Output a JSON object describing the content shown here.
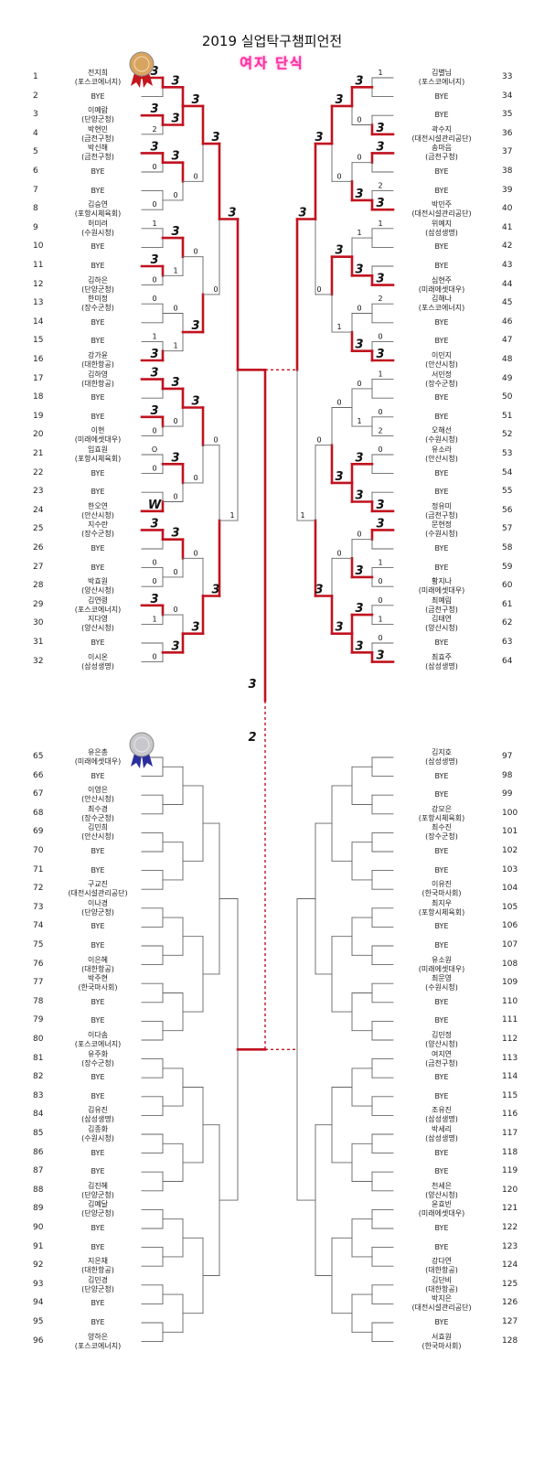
{
  "title": "2019 실업탁구챔피언전",
  "subtitle": "여자 단식",
  "colors": {
    "winner_line": "#c1121f",
    "bracket_line": "#666666",
    "subtitle": "#ff2fa0"
  },
  "medal_gold": "gold-medal-icon",
  "medal_silver": "silver-medal-icon",
  "players": [
    [
      "전지희",
      "(포스코에너지)"
    ],
    [
      "BYE"
    ],
    [
      "이예람",
      "(단양군청)"
    ],
    [
      "박현민",
      "(금천구청)"
    ],
    [
      "박신해",
      "(금천구청)"
    ],
    [
      "BYE"
    ],
    [
      "BYE"
    ],
    [
      "김승연",
      "(포항시체육회)"
    ],
    [
      "허미려",
      "(수원시청)"
    ],
    [
      "BYE"
    ],
    [
      "BYE"
    ],
    [
      "김하은",
      "(단양군청)"
    ],
    [
      "한미정",
      "(장수군청)"
    ],
    [
      "BYE"
    ],
    [
      "BYE"
    ],
    [
      "강가윤",
      "(대한항공)"
    ],
    [
      "김하영",
      "(대한항공)"
    ],
    [
      "BYE"
    ],
    [
      "BYE"
    ],
    [
      "이현",
      "(미래에셋대우)"
    ],
    [
      "임효원",
      "(포항시체육회)"
    ],
    [
      "BYE"
    ],
    [
      "BYE"
    ],
    [
      "한오연",
      "(안산시청)"
    ],
    [
      "지수란",
      "(장수군청)"
    ],
    [
      "BYE"
    ],
    [
      "BYE"
    ],
    [
      "박효원",
      "(양산시청)"
    ],
    [
      "김연령",
      "(포스코에너지)"
    ],
    [
      "지다영",
      "(양산시청)"
    ],
    [
      "BYE"
    ],
    [
      "이시온",
      "(삼성생명)"
    ],
    [
      "김별님",
      "(포스코에너지)"
    ],
    [
      "BYE"
    ],
    [
      "BYE"
    ],
    [
      "곽수지",
      "(대전시설관리공단)"
    ],
    [
      "송마음",
      "(금천구청)"
    ],
    [
      "BYE"
    ],
    [
      "BYE"
    ],
    [
      "박민주",
      "(대전시설관리공단)"
    ],
    [
      "위예지",
      "(삼성생명)"
    ],
    [
      "BYE"
    ],
    [
      "BYE"
    ],
    [
      "심현주",
      "(미래에셋대우)"
    ],
    [
      "김해나",
      "(포스코에너지)"
    ],
    [
      "BYE"
    ],
    [
      "BYE"
    ],
    [
      "이민지",
      "(안산시청)"
    ],
    [
      "서민정",
      "(장수군청)"
    ],
    [
      "BYE"
    ],
    [
      "BYE"
    ],
    [
      "오해선",
      "(수원시청)"
    ],
    [
      "유소라",
      "(안산시청)"
    ],
    [
      "BYE"
    ],
    [
      "BYE"
    ],
    [
      "정유미",
      "(금천구청)"
    ],
    [
      "문현정",
      "(수원시청)"
    ],
    [
      "BYE"
    ],
    [
      "BYE"
    ],
    [
      "황지나",
      "(미래에셋대우)"
    ],
    [
      "최예림",
      "(금천구청)"
    ],
    [
      "김태연",
      "(양산시청)"
    ],
    [
      "BYE"
    ],
    [
      "최효주",
      "(삼성생명)"
    ],
    [
      "유은총",
      "(미래에셋대우)"
    ],
    [
      "BYE"
    ],
    [
      "이영은",
      "(안산시청)"
    ],
    [
      "최수경",
      "(장수군청)"
    ],
    [
      "김민희",
      "(안산시청)"
    ],
    [
      "BYE"
    ],
    [
      "BYE"
    ],
    [
      "구교진",
      "(대전시설관리공단)"
    ],
    [
      "이나경",
      "(단양군청)"
    ],
    [
      "BYE"
    ],
    [
      "BYE"
    ],
    [
      "이은혜",
      "(대한항공)"
    ],
    [
      "박주현",
      "(한국마사회)"
    ],
    [
      "BYE"
    ],
    [
      "BYE"
    ],
    [
      "이다솜",
      "(포스코에너지)"
    ],
    [
      "유주화",
      "(장수군청)"
    ],
    [
      "BYE"
    ],
    [
      "BYE"
    ],
    [
      "김유진",
      "(삼성생명)"
    ],
    [
      "김종화",
      "(수원시청)"
    ],
    [
      "BYE"
    ],
    [
      "BYE"
    ],
    [
      "김진혜",
      "(단양군청)"
    ],
    [
      "김예달",
      "(단양군청)"
    ],
    [
      "BYE"
    ],
    [
      "BYE"
    ],
    [
      "지은채",
      "(대한항공)"
    ],
    [
      "김민경",
      "(단양군청)"
    ],
    [
      "BYE"
    ],
    [
      "BYE"
    ],
    [
      "양하은",
      "(포스코에너지)"
    ],
    [
      "김지호",
      "(삼성생명)"
    ],
    [
      "BYE"
    ],
    [
      "BYE"
    ],
    [
      "강모은",
      "(포항시체육회)"
    ],
    [
      "최수진",
      "(장수군청)"
    ],
    [
      "BYE"
    ],
    [
      "BYE"
    ],
    [
      "이유진",
      "(한국마사회)"
    ],
    [
      "최지우",
      "(포항시체육회)"
    ],
    [
      "BYE"
    ],
    [
      "BYE"
    ],
    [
      "유소원",
      "(미래에셋대우)"
    ],
    [
      "최문영",
      "(수원시청)"
    ],
    [
      "BYE"
    ],
    [
      "BYE"
    ],
    [
      "김민정",
      "(양산시청)"
    ],
    [
      "여지연",
      "(금천구청)"
    ],
    [
      "BYE"
    ],
    [
      "BYE"
    ],
    [
      "조유진",
      "(삼성생명)"
    ],
    [
      "박세리",
      "(삼성생명)"
    ],
    [
      "BYE"
    ],
    [
      "BYE"
    ],
    [
      "천세은",
      "(양산시청)"
    ],
    [
      "윤효빈",
      "(미래에셋대우)"
    ],
    [
      "BYE"
    ],
    [
      "BYE"
    ],
    [
      "강다연",
      "(대한항공)"
    ],
    [
      "김단비",
      "(대한항공)"
    ],
    [
      "박지은",
      "(대전시설관리공단)"
    ],
    [
      "BYE"
    ],
    [
      "서효원",
      "(한국마사회)"
    ]
  ],
  "scores": {
    "r1": [
      "3",
      "",
      "3",
      "2",
      "3",
      "0",
      "",
      "0",
      "1",
      "",
      "3",
      "0",
      "0",
      "",
      "1",
      "3",
      "3",
      "",
      "3",
      "0",
      "O",
      "0",
      "",
      "W",
      "3",
      "",
      "0",
      "0",
      "3",
      "1",
      "",
      "0",
      "1",
      "",
      "",
      "3",
      "3",
      "",
      "2",
      "3",
      "1",
      "",
      "",
      "3",
      "2",
      "",
      "0",
      "3",
      "1",
      "",
      "0",
      "2",
      "0",
      "",
      "",
      "3",
      "3",
      "",
      "1",
      "0",
      "0",
      "1",
      "0",
      "3"
    ],
    "r2": [
      "3",
      "3",
      "3",
      "0",
      "3",
      "1",
      "0",
      "1",
      "3",
      "0",
      "3",
      "0",
      "3",
      "0",
      "0",
      "3",
      "3",
      "0",
      "0",
      "3",
      "1",
      "3",
      "0",
      "3",
      "0",
      "1",
      "3",
      "3",
      "0",
      "3",
      "3",
      "3"
    ],
    "r3": [
      "3",
      "0",
      "0",
      "3",
      "3",
      "0",
      "0",
      "3",
      "3",
      "0",
      "3",
      "1",
      "0",
      "3",
      "0",
      "3"
    ],
    "r4": [
      "3",
      "0",
      "0",
      "3",
      "3",
      "0",
      "0",
      "3"
    ],
    "r5": [
      "3",
      "1",
      "3",
      "1"
    ],
    "final": [
      "3",
      "2"
    ]
  }
}
